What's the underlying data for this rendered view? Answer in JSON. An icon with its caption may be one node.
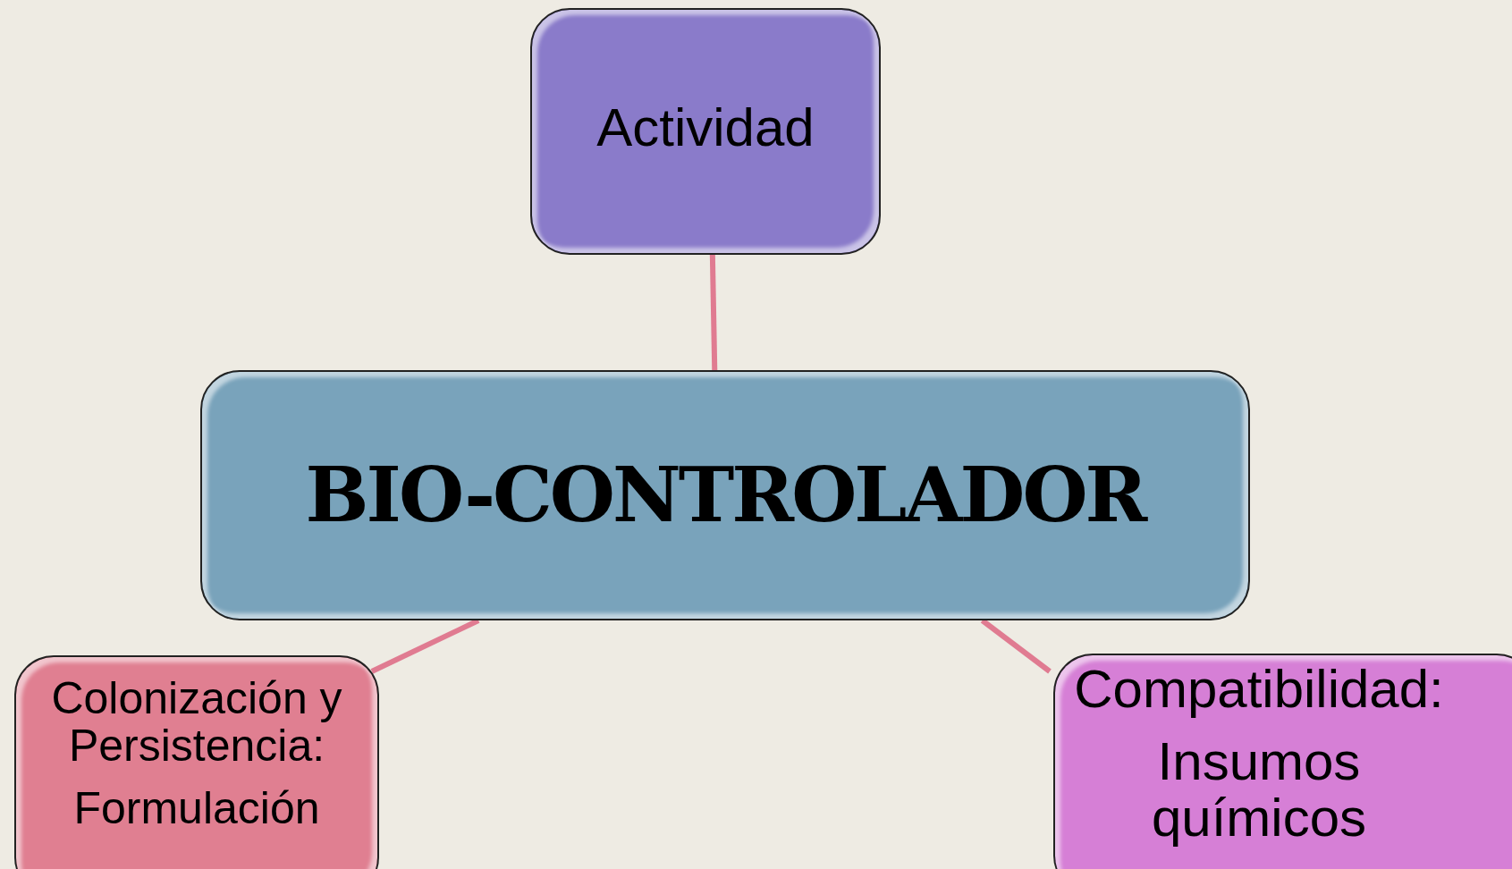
{
  "diagram": {
    "nodes": [
      {
        "text": [
          "Actividad"
        ]
      },
      {
        "text": [
          "BIO-CONTROLADOR"
        ]
      },
      {
        "text": [
          "Colonización y Persistencia:",
          "Formulación"
        ]
      },
      {
        "text": [
          "Compatibilidad:",
          "Insumos químicos"
        ]
      }
    ],
    "edges": [
      {
        "from": 1,
        "to": 0,
        "arrow": "none"
      },
      {
        "from": 1,
        "to": 2,
        "arrow": "none"
      },
      {
        "from": 1,
        "to": 3,
        "arrow": "none"
      }
    ]
  }
}
